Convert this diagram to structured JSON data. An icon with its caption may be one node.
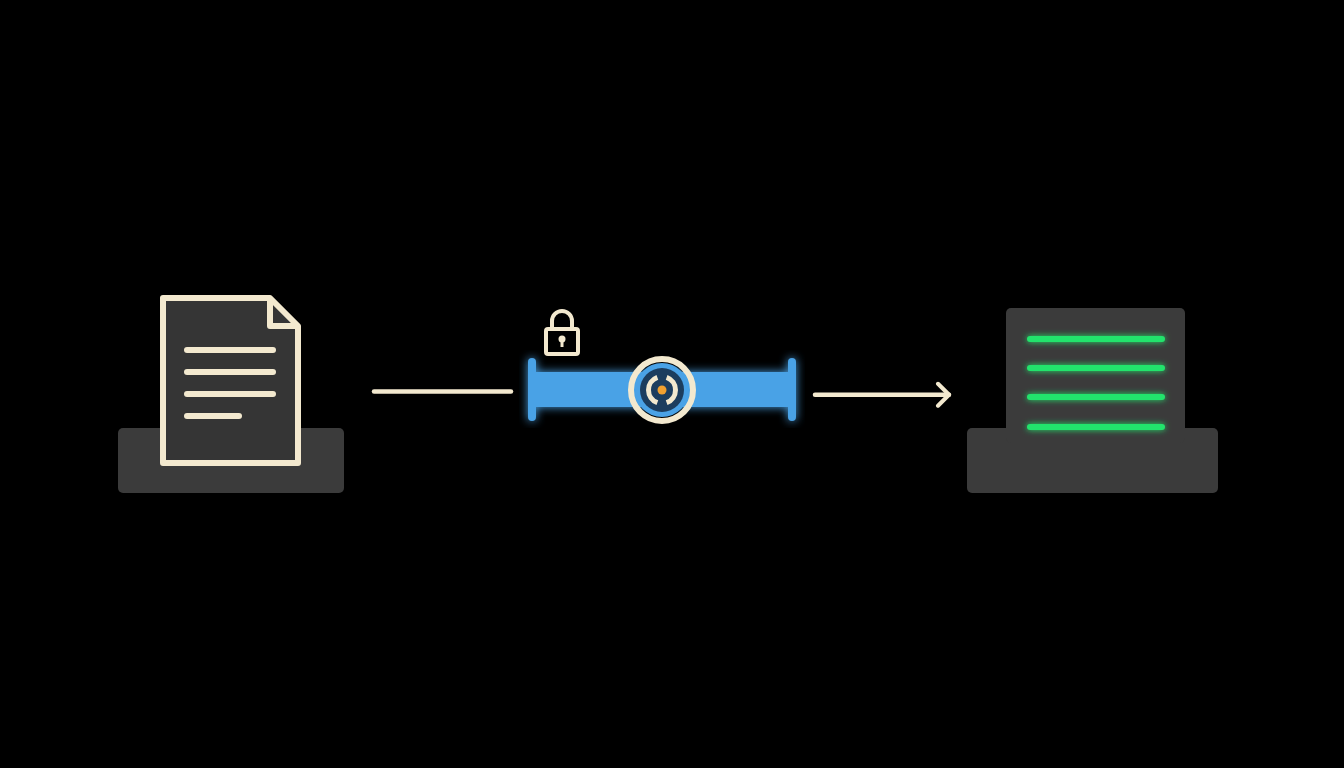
{
  "diagram": {
    "nodes": [
      {
        "text": [],
        "shape": "picture"
      },
      {
        "text": [],
        "shape": "picture"
      },
      {
        "text": [],
        "shape": "picture"
      }
    ],
    "edges": [
      {
        "from": 0,
        "to": 1,
        "arrow": "none"
      },
      {
        "from": 1,
        "to": 2,
        "arrow": "to"
      }
    ]
  }
}
